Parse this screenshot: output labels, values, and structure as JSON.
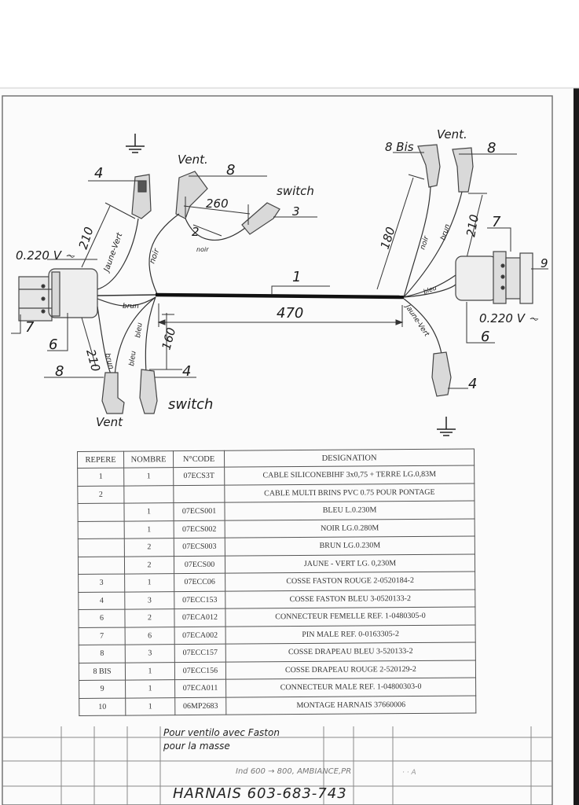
{
  "labels": {
    "ground_left": "⏚",
    "ground_right": "⏚",
    "lbl_4_topleft": "4",
    "vent_top": "Vent.",
    "lbl_8_top": "8",
    "switch_top": "switch",
    "lbl_3": "3",
    "lbl_260": "260",
    "lbl_2": "2",
    "noir_small": "noir",
    "lbl_210_left": "210",
    "jaune_vert_left": "Jaune-Vert",
    "noir_left": "noir",
    "v220_left": "0.220 V ⏦",
    "brun_mid": "brun",
    "lbl_1": "1",
    "lbl_470": "470",
    "lbl_7_left": "7",
    "lbl_6_left": "6",
    "lbl_210_bottom": "210",
    "brun_bottom": "brun",
    "bleu_1": "bleu",
    "bleu_2": "bleu",
    "lbl_160": "160",
    "lbl_8_bottom": "8",
    "lbl_4_bottom": "4",
    "switch_bottom": "switch",
    "vent_bottom": "Vent",
    "lbl_8bis": "8 Bis",
    "vent_right": "Vent.",
    "lbl_8_right": "8",
    "lbl_180": "180",
    "noir_right": "noir",
    "brun_right": "brun",
    "lbl_210_right": "210",
    "lbl_7_right": "7",
    "lbl_9": "9",
    "bleu_right": "bleu",
    "jaune_vert_right": "Jaune-Vert",
    "v220_right": "0.220 V ⏦",
    "lbl_6_right": "6",
    "lbl_4_right": "4"
  },
  "table": {
    "headers": [
      "REPERE",
      "NOMBRE",
      "N°CODE",
      "DESIGNATION"
    ],
    "rows": [
      [
        "1",
        "1",
        "07ECS3T",
        "CABLE SILICONEBIHF 3x0,75 + TERRE LG.0,83M"
      ],
      [
        "2",
        "",
        "",
        "CABLE MULTI BRINS PVC 0.75 POUR PONTAGE"
      ],
      [
        "",
        "1",
        "07ECS001",
        "BLEU L.0.230M"
      ],
      [
        "",
        "1",
        "07ECS002",
        "NOIR LG.0.280M"
      ],
      [
        "",
        "2",
        "07ECS003",
        "BRUN LG.0.230M"
      ],
      [
        "",
        "2",
        "07ECS00",
        "JAUNE - VERT LG. 0,230M"
      ],
      [
        "3",
        "1",
        "07ECC06",
        "COSSE FASTON ROUGE 2-0520184-2"
      ],
      [
        "4",
        "3",
        "07ECC153",
        "COSSE FASTON BLEU 3-0520133-2"
      ],
      [
        "6",
        "2",
        "07ECA012",
        "CONNECTEUR FEMELLE REF. 1-0480305-0"
      ],
      [
        "7",
        "6",
        "07ECA002",
        "PIN MALE REF. 0-0163305-2"
      ],
      [
        "8",
        "3",
        "07ECC157",
        "COSSE DRAPEAU BLEU 3-520133-2"
      ],
      [
        "8 BIS",
        "1",
        "07ECC156",
        "COSSE DRAPEAU ROUGE 2-520129-2"
      ],
      [
        "9",
        "1",
        "07ECA011",
        "CONNECTEUR MALE REF. 1-04800303-0"
      ],
      [
        "10",
        "1",
        "06MP2683",
        "MONTAGE HARNAIS 37660006"
      ]
    ]
  },
  "title_block": {
    "note_line1": "Pour ventilo avec Faston",
    "note_line2": "pour la masse",
    "ref_line": "Ind 600 → 800, AMBIANCE,PR",
    "ref_tail": "· · A",
    "drawing_title": "HARNAIS 603-683-743"
  }
}
